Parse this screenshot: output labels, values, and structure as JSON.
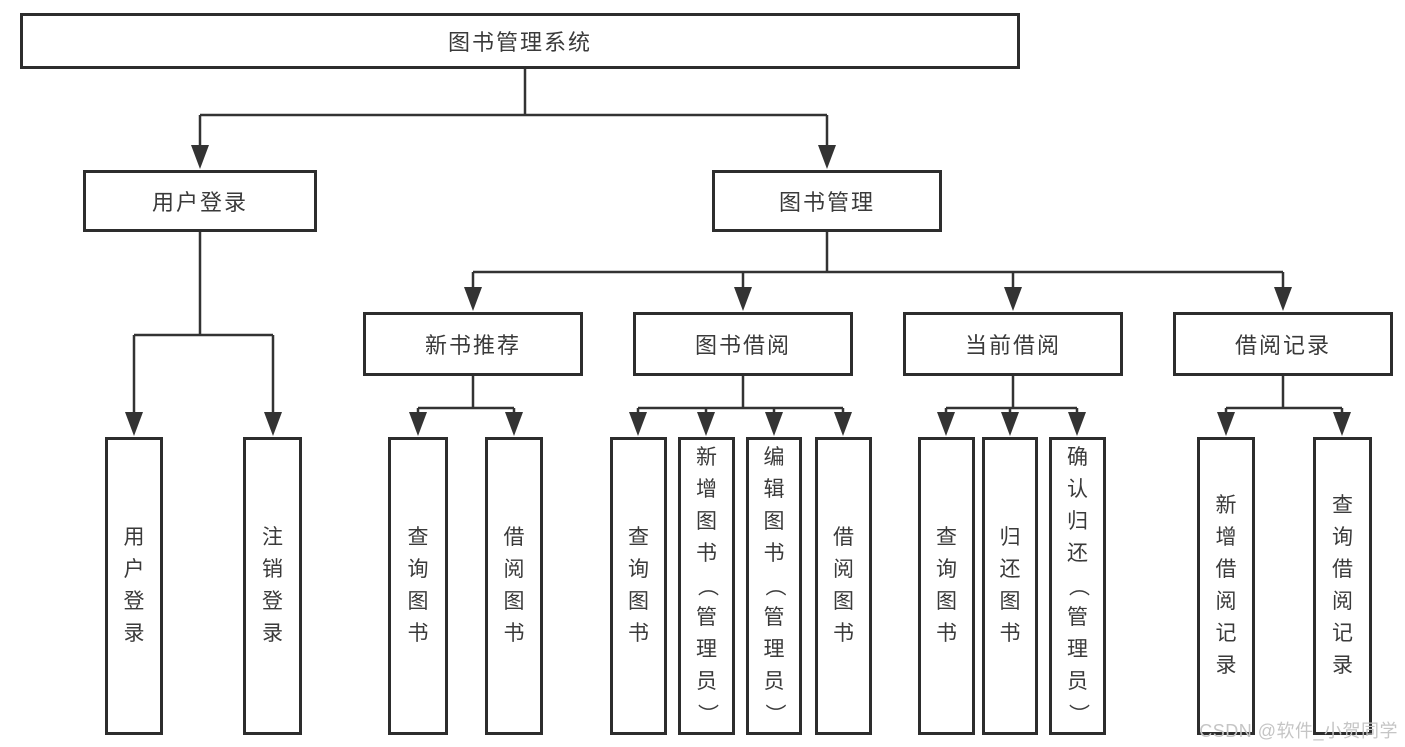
{
  "tree": {
    "root": "图书管理系统",
    "user_login": {
      "label": "用户登录",
      "leaves": [
        "用户登录",
        "注销登录"
      ]
    },
    "book_management": {
      "label": "图书管理",
      "groups": [
        {
          "label": "新书推荐",
          "leaves": [
            "查询图书",
            "借阅图书"
          ]
        },
        {
          "label": "图书借阅",
          "leaves": [
            "查询图书",
            "新增图书（管理员）",
            "编辑图书（管理员）",
            "借阅图书"
          ]
        },
        {
          "label": "当前借阅",
          "leaves": [
            "查询图书",
            "归还图书",
            "确认归还（管理员）"
          ]
        },
        {
          "label": "借阅记录",
          "leaves": [
            "新增借阅记录",
            "查询借阅记录"
          ]
        }
      ]
    }
  },
  "watermark": "CSDN @软件_小贺同学",
  "colors": {
    "line": "#333333",
    "box_border": "#2d2d2d",
    "text": "#3a3a3a",
    "watermark_text": "#c5c5c5",
    "background": "#ffffff"
  }
}
